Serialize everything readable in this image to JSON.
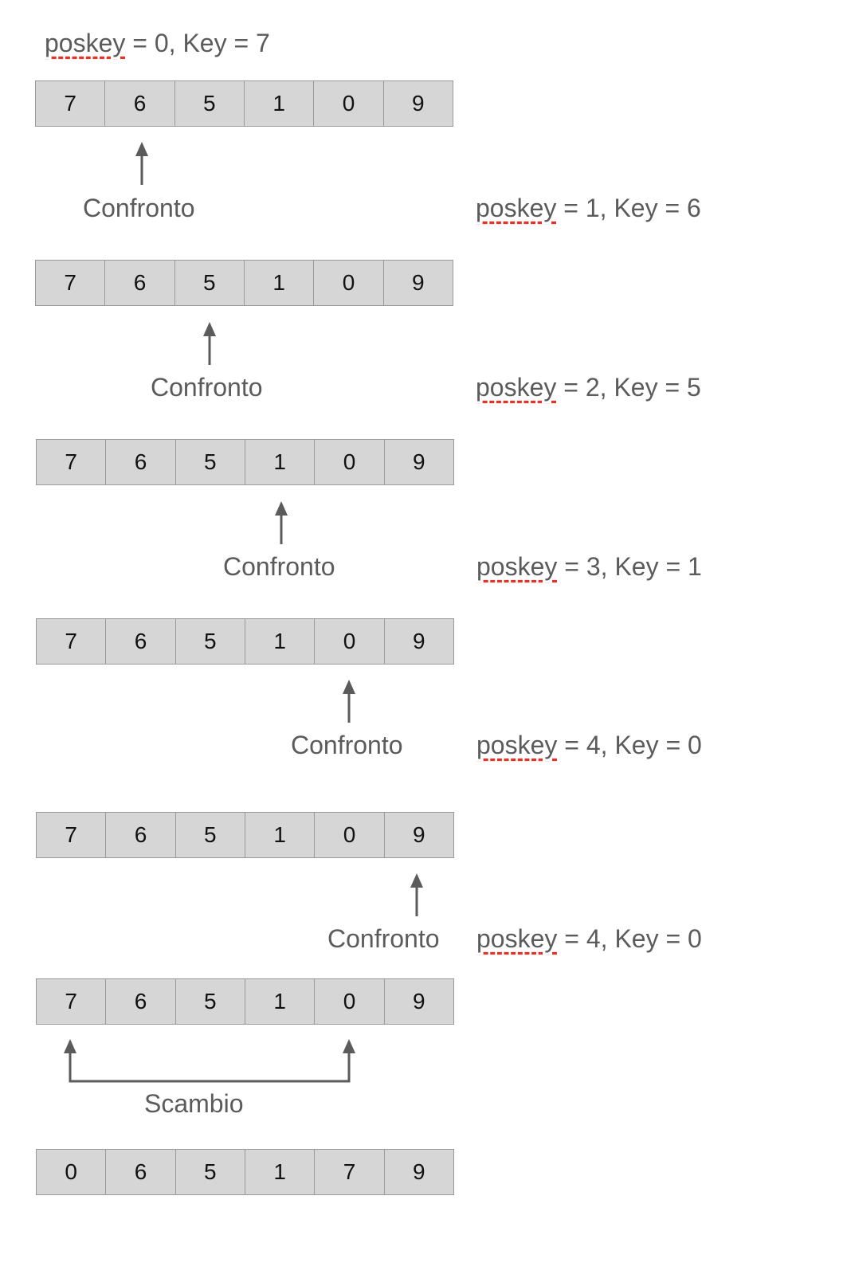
{
  "arrays": [
    [
      "7",
      "6",
      "5",
      "1",
      "0",
      "9"
    ],
    [
      "7",
      "6",
      "5",
      "1",
      "0",
      "9"
    ],
    [
      "7",
      "6",
      "5",
      "1",
      "0",
      "9"
    ],
    [
      "7",
      "6",
      "5",
      "1",
      "0",
      "9"
    ],
    [
      "7",
      "6",
      "5",
      "1",
      "0",
      "9"
    ],
    [
      "7",
      "6",
      "5",
      "1",
      "0",
      "9"
    ],
    [
      "0",
      "6",
      "5",
      "1",
      "7",
      "9"
    ]
  ],
  "states": [
    {
      "word": "poskey",
      "rest": " =  0,  Key = 7"
    },
    {
      "word": "poskey",
      "rest": " =  1,  Key = 6"
    },
    {
      "word": "poskey",
      "rest": " =  2,  Key = 5"
    },
    {
      "word": "poskey",
      "rest": " =  3,  Key = 1"
    },
    {
      "word": "poskey",
      "rest": " =  4,  Key = 0"
    },
    {
      "word": "poskey",
      "rest": " =  4,  Key = 0"
    }
  ],
  "compare_label": "Confronto",
  "swap_label": "Scambio",
  "colors": {
    "cell_fill": "#d6d6d6",
    "cell_border": "#9a9a9a",
    "text": "#5b5b5b",
    "arrow": "#5b5b5b",
    "spellcheck_underline": "#e0342b"
  }
}
